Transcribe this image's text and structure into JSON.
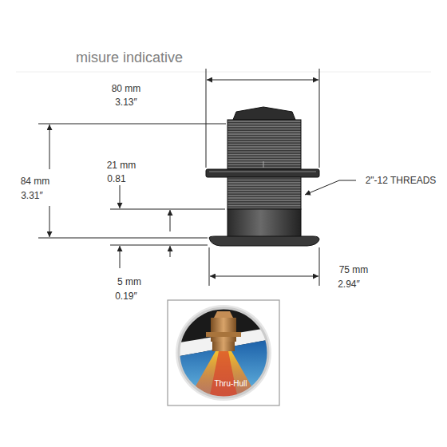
{
  "diagram": {
    "title": "misure indicative",
    "labels": [
      "80 mm",
      "3.13″",
      "21 mm",
      "0.81",
      "84 mm",
      "3.31″",
      "2\"-12 THREADS",
      "5 mm",
      "0.19″",
      "75 mm",
      "2.94″",
      "Thru-Hull"
    ]
  }
}
